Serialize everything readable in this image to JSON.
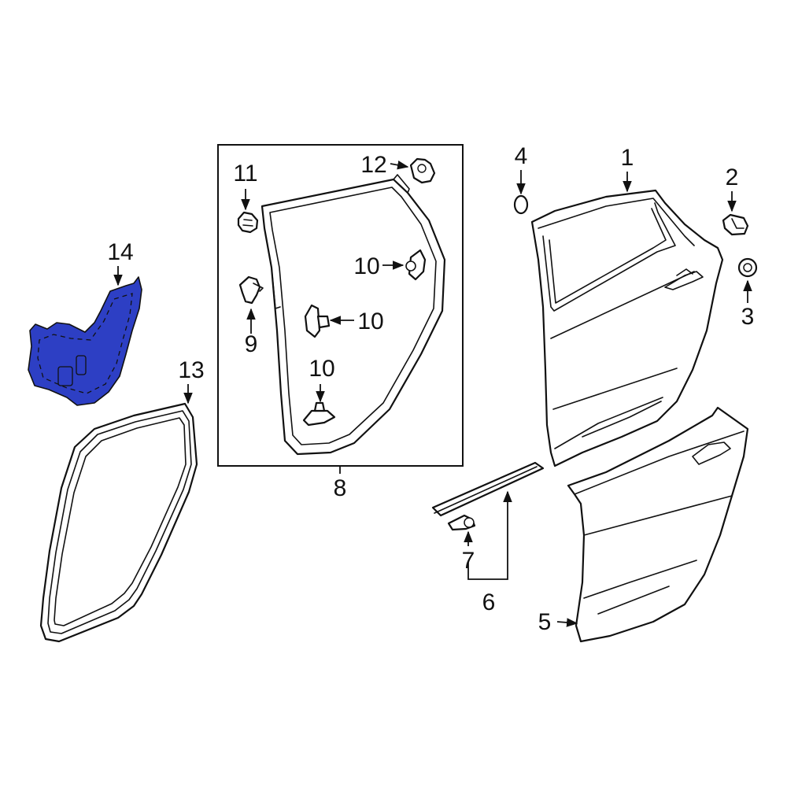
{
  "diagram": {
    "highlight_color": "#2d3fc4",
    "callouts": [
      "1",
      "2",
      "3",
      "4",
      "5",
      "6",
      "7",
      "8",
      "9",
      "10",
      "10",
      "10",
      "11",
      "12",
      "13",
      "14"
    ]
  }
}
